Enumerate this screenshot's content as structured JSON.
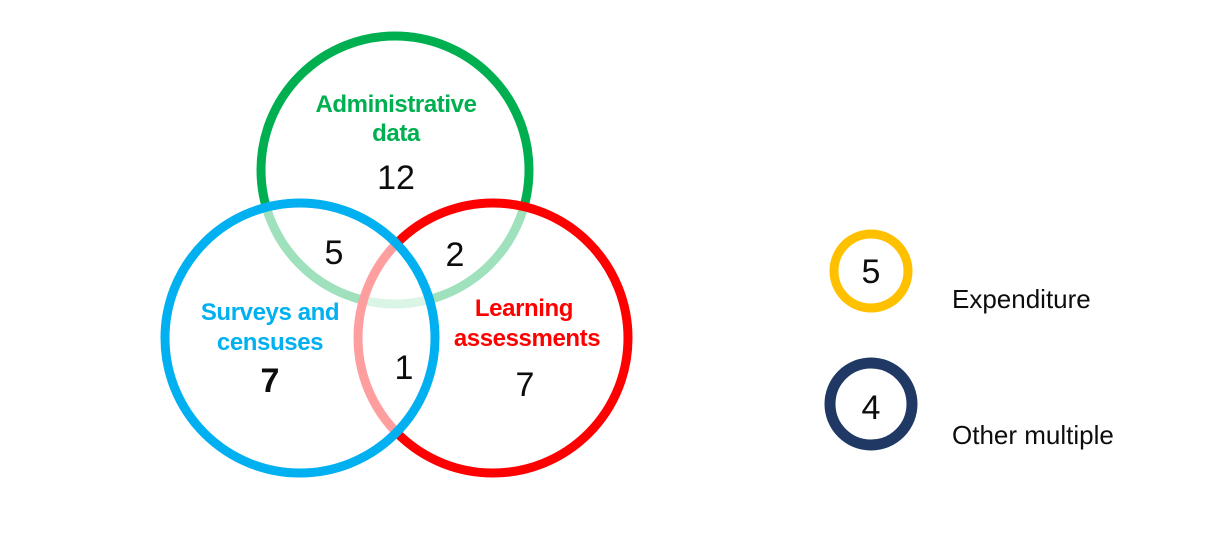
{
  "chart_data": {
    "type": "venn",
    "sets": [
      {
        "name": "Administrative data",
        "label_lines": [
          "Administrative",
          "data"
        ],
        "size": 12,
        "color": "#00B050"
      },
      {
        "name": "Surveys and censuses",
        "label_lines": [
          "Surveys and",
          "censuses"
        ],
        "size": 7,
        "color": "#00B0F0"
      },
      {
        "name": "Learning assessments",
        "label_lines": [
          "Learning",
          "assessments"
        ],
        "size": 7,
        "color": "#FF0000"
      }
    ],
    "intersections": [
      {
        "sets": [
          "Administrative data",
          "Surveys and censuses"
        ],
        "size": 5
      },
      {
        "sets": [
          "Administrative data",
          "Learning assessments"
        ],
        "size": 2
      },
      {
        "sets": [
          "Surveys and censuses",
          "Learning assessments"
        ],
        "size": 1
      }
    ],
    "standalone": [
      {
        "name": "Expenditure",
        "size": 5,
        "color": "#FFC000"
      },
      {
        "name": "Other multiple",
        "size": 4,
        "color": "#1F3864"
      }
    ],
    "layout_hint": "three overlapping outline circles left, two standalone legend circles right",
    "background": "#FFFFFF"
  }
}
